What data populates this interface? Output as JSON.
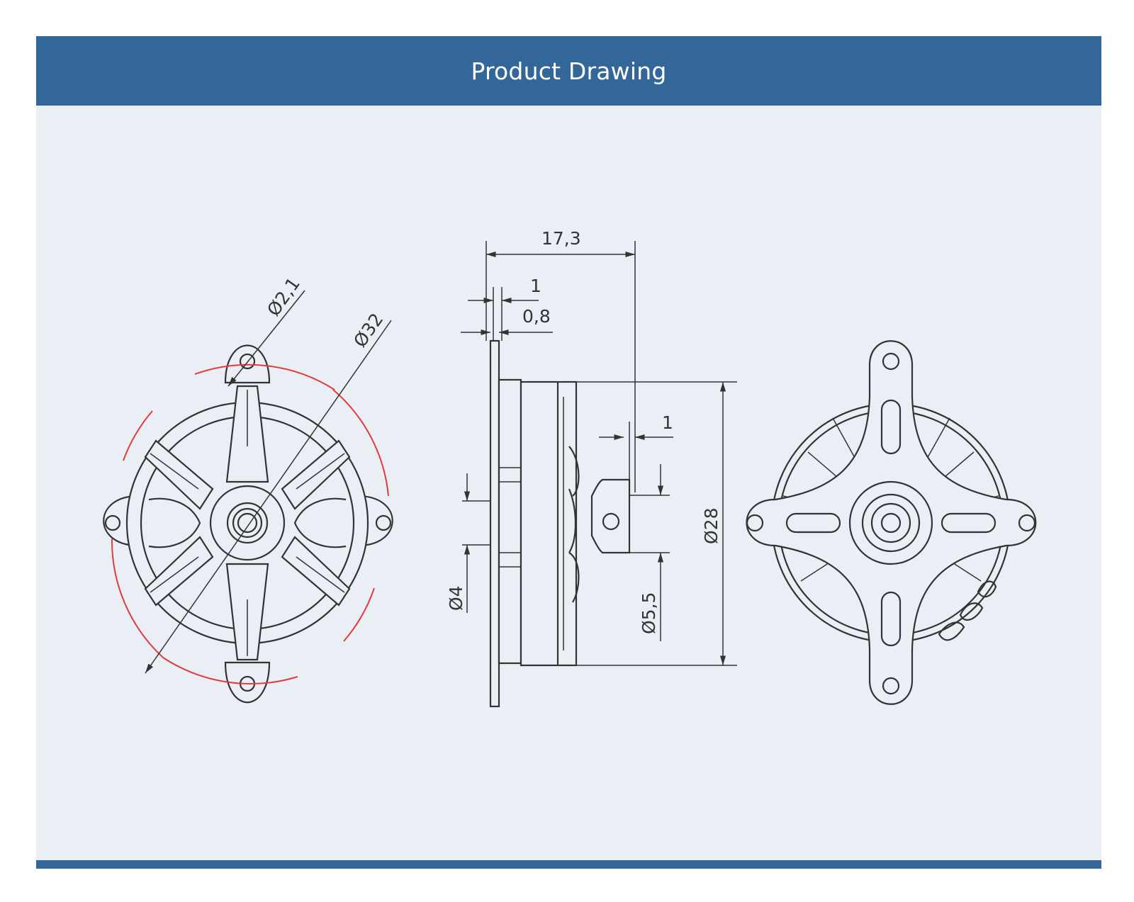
{
  "header": {
    "title": "Product Drawing"
  },
  "dimensions": {
    "front_hole_dia": "Ø2,1",
    "front_outer_dia": "Ø32",
    "side_overall_length": "17,3",
    "side_flange_thickness": "1",
    "side_flange_thin": "0,8",
    "side_shaft_dia": "Ø4",
    "side_shaft_step": "1",
    "side_collar_dia": "Ø5,5",
    "side_body_dia": "Ø28"
  },
  "colors": {
    "banner": "#336699",
    "panel": "#eaeff6",
    "line": "#333333",
    "highlight": "#e23b3b"
  }
}
